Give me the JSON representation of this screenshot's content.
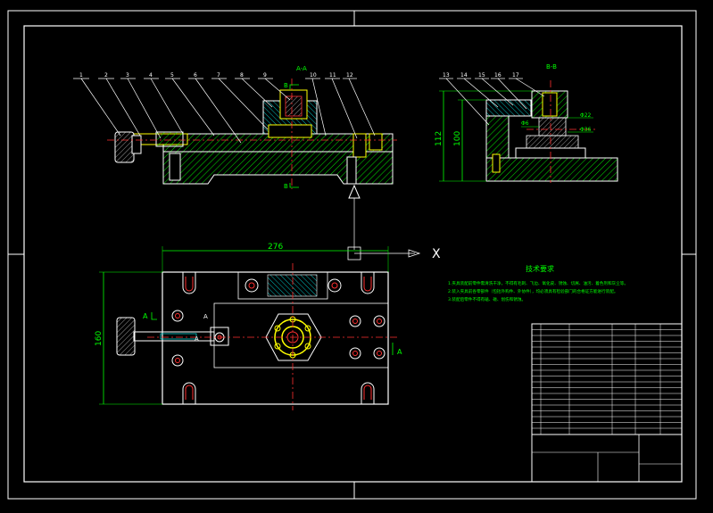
{
  "views": {
    "section_aa_label": "A-A",
    "section_bb_label": "B-B",
    "cut_b_top": "B",
    "cut_b_bottom": "B",
    "cut_a_left": "A",
    "cut_a_right": "A",
    "axis_x_label": "X"
  },
  "balloons_front": [
    "1",
    "2",
    "3",
    "4",
    "5",
    "6",
    "7",
    "8",
    "9",
    "10",
    "11",
    "12"
  ],
  "balloons_side": [
    "13",
    "14",
    "15",
    "16",
    "17"
  ],
  "dimensions": {
    "front_height_outer": "112",
    "front_height_inner": "100",
    "plan_width": "276",
    "plan_height": "160",
    "fit_small": "Φ6",
    "fit_mid": "Φ22",
    "fit_large": "Φ36"
  },
  "tech_requirements": {
    "title": "技术要求",
    "lines": [
      "1.夹具装配前零件需清洗干净，不得有毛刺、飞边、氧化皮、锈蚀、切屑、油污、着色剂和灰尘等。",
      "2.装入夹具前各零部件（包括外购件、外协件），均必须具有检验部门的合格证方能进行装配。",
      "3.装配后零件不得有磕、碰、划伤和锈蚀。"
    ]
  },
  "colors": {
    "background": "#000000",
    "frame": "#ffffff",
    "hatch": "#00ff00",
    "section_hatch": "#00cfcf",
    "centerline": "#ff3030",
    "part_outline": "#ffff00",
    "dimension": "#00ff00",
    "notes": "#00ff00"
  }
}
